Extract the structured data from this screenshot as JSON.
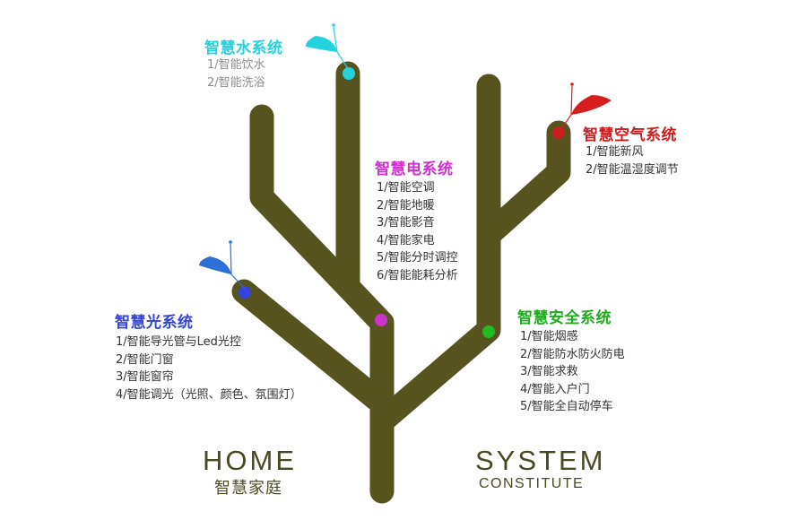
{
  "colors": {
    "trunk": "#56531f",
    "water": "#22d3dd",
    "air": "#c81e1e",
    "electric": "#cc33cc",
    "light": "#3344dd",
    "security": "#22bb22",
    "leaf_light_blue": "#2d6fd6",
    "leaf_water": "#22d3dd",
    "leaf_air": "#d61e1e",
    "text_main": "#333333",
    "text_gray": "#8c8c8c",
    "footer": "#4a4a22"
  },
  "water": {
    "title": "智慧水系统",
    "items": [
      "1/智能饮水",
      "2/智能洗浴"
    ]
  },
  "air": {
    "title": "智慧空气系统",
    "items": [
      "1/智能新风",
      "2/智能温湿度调节"
    ]
  },
  "electric": {
    "title": "智慧电系统",
    "items": [
      "1/智能空调",
      "2/智能地暖",
      "3/智能影音",
      "4/智能家电",
      "5/智能分时调控",
      "6/智能能耗分析"
    ]
  },
  "light": {
    "title": "智慧光系统",
    "items": [
      "1/智能导光管与Led光控",
      "2/智能门窗",
      "3/智能窗帘",
      "4/智能调光（光照、颜色、氛围灯）"
    ]
  },
  "security": {
    "title": "智慧安全系统",
    "items": [
      "1/智能烟感",
      "2/智能防水防火防电",
      "3/智能求救",
      "4/智能入户门",
      "5/智能全自动停车"
    ]
  },
  "footer": {
    "home": "HOME",
    "home_cn": "智慧家庭",
    "system": "SYSTEM",
    "constitute": "CONSTITUTE"
  },
  "icons": [
    "leaf-icon-light",
    "leaf-icon-water",
    "leaf-icon-air"
  ]
}
